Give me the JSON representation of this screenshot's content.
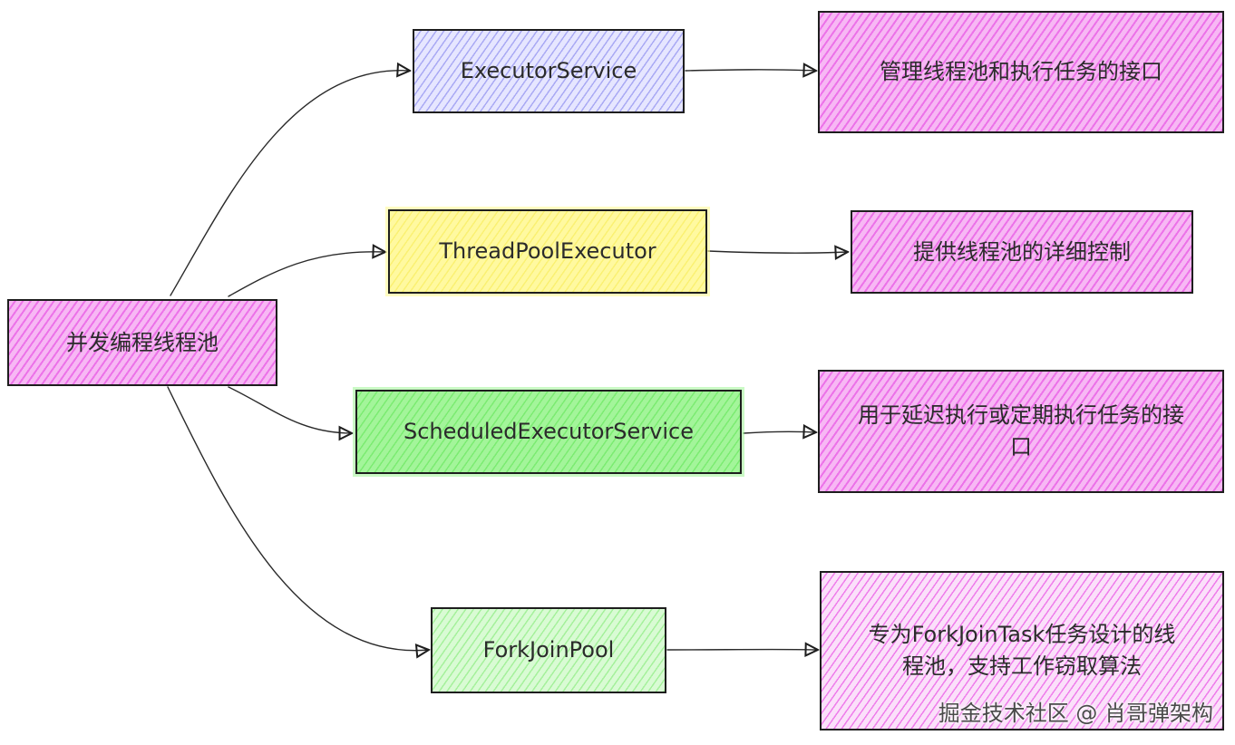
{
  "root": {
    "label": "并发编程线程池"
  },
  "branches": [
    {
      "name": "ExecutorService",
      "description": "管理线程池和执行任务的接口"
    },
    {
      "name": "ThreadPoolExecutor",
      "description": "提供线程池的详细控制"
    },
    {
      "name": "ScheduledExecutorService",
      "description": "用于延迟执行或定期执行任务的接口"
    },
    {
      "name": "ForkJoinPool",
      "description": "专为ForkJoinTask任务设计的线程池，支持工作窃取算法"
    }
  ],
  "watermark": "掘金技术社区 @ 肖哥弹架构",
  "colors": {
    "root": "#f7a8f4",
    "executor_service": "#e6e6ff",
    "thread_pool_executor": "#fff9a0",
    "scheduled_executor_service": "#a3f59a",
    "fork_join_pool": "#d9fbd4",
    "description": "#f7b8f4",
    "stroke": "#1e1e1e"
  }
}
